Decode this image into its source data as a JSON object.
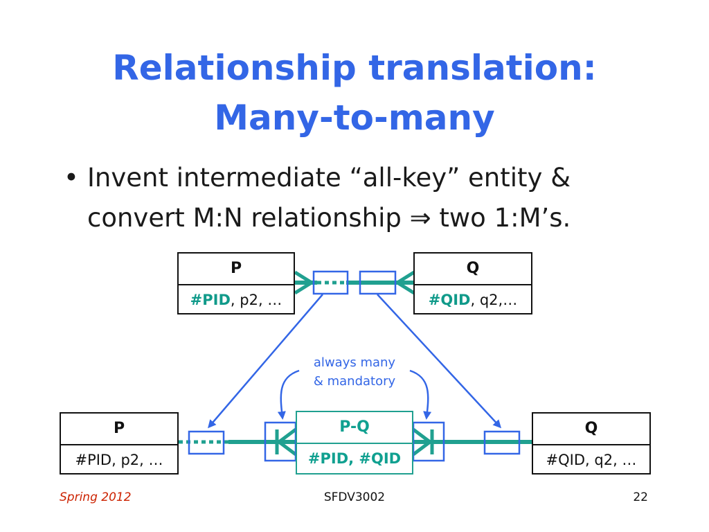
{
  "slide": {
    "title_line1": "Relationship translation:",
    "title_line2": "Many-to-many",
    "bullet_symbol": "•",
    "bullet_line1": "Invent intermediate “all-key” entity &",
    "bullet_line2": "convert M:N relationship ⇒ two 1:M’s."
  },
  "top_p": {
    "header": "P",
    "key": "#PID",
    "rest": ", p2, …"
  },
  "top_q": {
    "header": "Q",
    "key": "#QID",
    "rest": ", q2,…"
  },
  "bottom_p": {
    "header": "P",
    "attrs": "#PID, p2, …"
  },
  "bottom_q": {
    "header": "Q",
    "attrs": "#QID, q2, …"
  },
  "pq": {
    "header": "P-Q",
    "attrs": "#PID, #QID"
  },
  "note": {
    "line1": "always many",
    "line2": "& mandatory"
  },
  "footer": {
    "left": "Spring 2012",
    "center": "SFDV3002",
    "right": "22"
  },
  "colors": {
    "title": "#3366e6",
    "teal": "#20a090",
    "blue": "#3366e6",
    "footer_left": "#cc2200"
  }
}
